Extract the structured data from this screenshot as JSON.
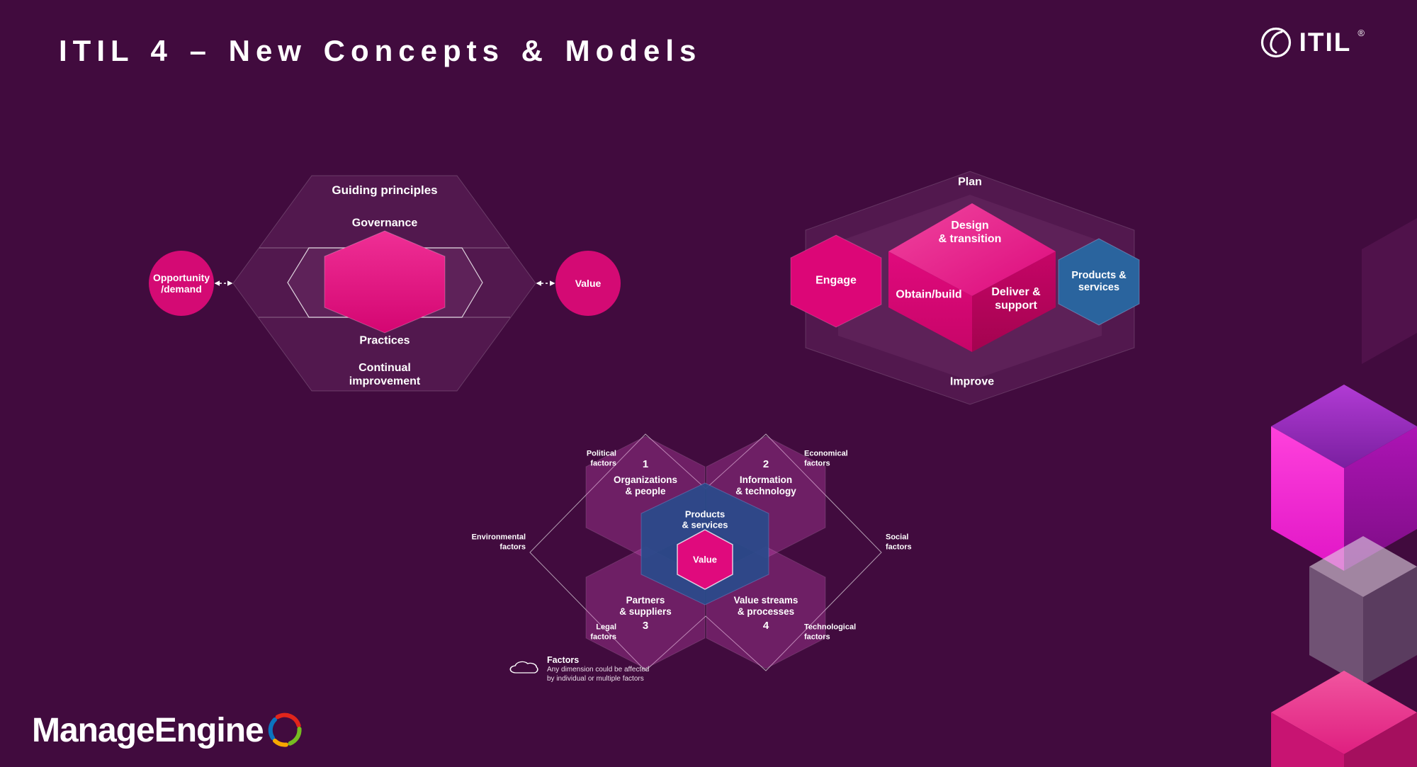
{
  "slide": {
    "title": "ITIL 4 – New Concepts & Models"
  },
  "brand": {
    "itil_text": "ITIL",
    "itil_reg": "®",
    "manageengine": "ManageEngine"
  },
  "svs": {
    "guiding_principles": "Guiding principles",
    "governance": "Governance",
    "practices": "Practices",
    "continual_improvement": "Continual\nimprovement",
    "opportunity": "Opportunity\n/demand",
    "value": "Value"
  },
  "value_chain": {
    "plan": "Plan",
    "design_transition": "Design\n& transition",
    "obtain_build": "Obtain/build",
    "deliver_support": "Deliver &\nsupport",
    "engage": "Engage",
    "products_services": "Products &\nservices",
    "improve": "Improve"
  },
  "dimensions": {
    "items": [
      {
        "num": "1",
        "label": "Organizations\n& people"
      },
      {
        "num": "2",
        "label": "Information\n& technology"
      },
      {
        "num": "3",
        "label": "Partners\n& suppliers"
      },
      {
        "num": "4",
        "label": "Value streams\n& processes"
      }
    ],
    "center_label": "Products\n& services",
    "value_label": "Value",
    "factors": [
      {
        "label": "Political\nfactors",
        "position": "top-left"
      },
      {
        "label": "Economical\nfactors",
        "position": "top-right"
      },
      {
        "label": "Environmental\nfactors",
        "position": "left"
      },
      {
        "label": "Social\nfactors",
        "position": "right"
      },
      {
        "label": "Legal\nfactors",
        "position": "bottom-left"
      },
      {
        "label": "Technological\nfactors",
        "position": "bottom-right"
      }
    ],
    "legend": {
      "title": "Factors",
      "line1": "Any dimension could be affected",
      "line2": "by individual or multiple factors"
    }
  },
  "icons": {
    "itil_logo": "itil-circle-swoosh-icon",
    "factors_cloud": "cloud-icon",
    "manageengine_swirl": "multicolor-swirl-icon",
    "svs_flow": "double-headed-dashed-arrow-icon"
  },
  "colors": {
    "background": "#410b3e",
    "magenta": "#e00a7d",
    "circle_pink": "#d40a74",
    "value_chain_blue": "#2a649e",
    "dimensions_blue": "#2b4a8a"
  }
}
